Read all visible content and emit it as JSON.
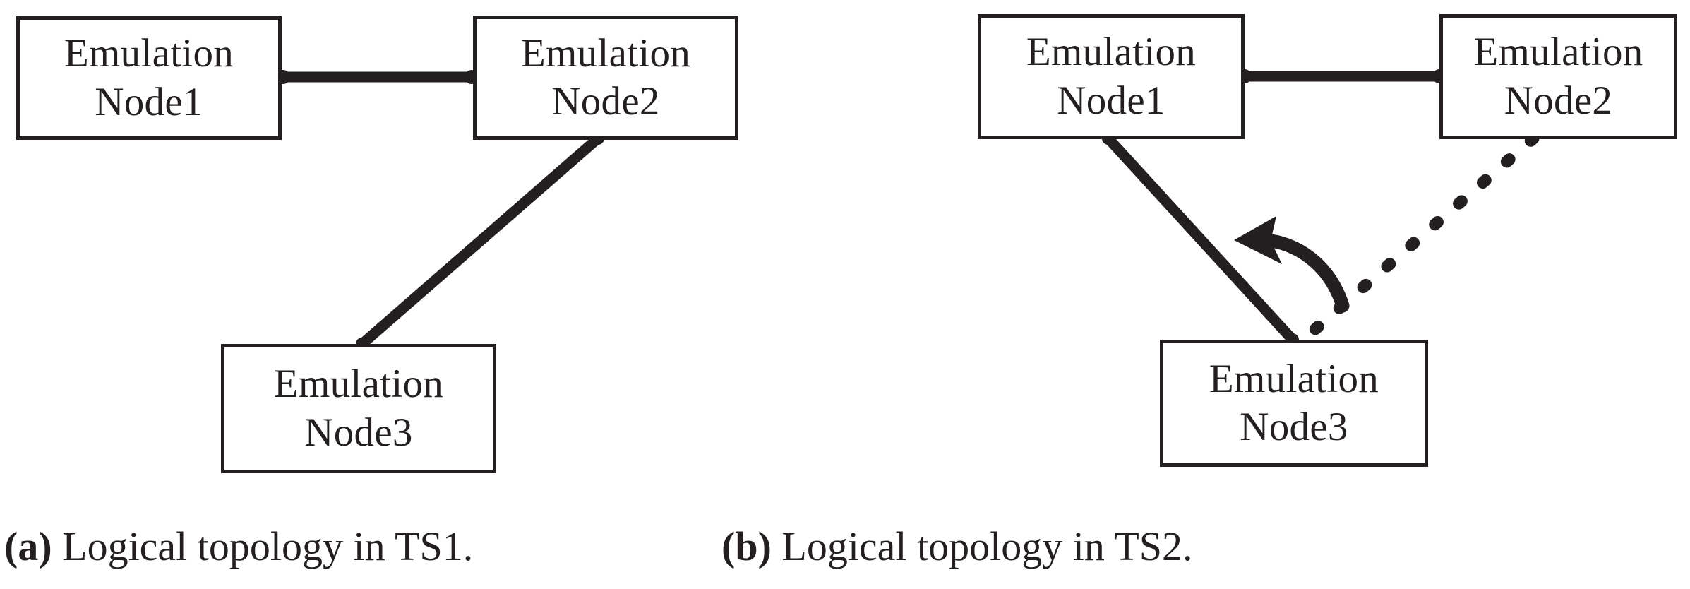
{
  "figure": {
    "title_a": "Logical topology in TS1.",
    "title_b": "Logical topology in TS2.",
    "label_a": "(a)",
    "label_b": "(b)",
    "stroke_color": "#231f20",
    "background_color": "#ffffff"
  },
  "panels": [
    {
      "id": "panel-a",
      "label": "(a)",
      "caption_prefix": "(a)",
      "caption_text": " Logical topology in TS1.",
      "nodes": [
        {
          "id": "node1",
          "line1": "Emulation",
          "line2": "Node1"
        },
        {
          "id": "node2",
          "line1": "Emulation",
          "line2": "Node2"
        },
        {
          "id": "node3",
          "line1": "Emulation",
          "line2": "Node3"
        }
      ],
      "links": [
        {
          "from": "node1",
          "to": "node2",
          "style": "solid",
          "endpoints": "dots"
        },
        {
          "from": "node2",
          "to": "node3",
          "style": "solid",
          "endpoints": "dots"
        }
      ]
    },
    {
      "id": "panel-b",
      "label": "(b)",
      "caption_prefix": "(b)",
      "caption_text": " Logical topology in TS2.",
      "nodes": [
        {
          "id": "node1",
          "line1": "Emulation",
          "line2": "Node1"
        },
        {
          "id": "node2",
          "line1": "Emulation",
          "line2": "Node2"
        },
        {
          "id": "node3",
          "line1": "Emulation",
          "line2": "Node3"
        }
      ],
      "links": [
        {
          "from": "node1",
          "to": "node2",
          "style": "solid",
          "endpoints": "dots"
        },
        {
          "from": "node1",
          "to": "node3",
          "style": "solid",
          "endpoints": "dots"
        },
        {
          "from": "node2",
          "to": "node3",
          "style": "dashed",
          "endpoints": "dots"
        }
      ],
      "annotations": [
        {
          "id": "change-arrow",
          "type": "curved-arrow",
          "meaning": "link switches from dashed to solid",
          "direction": "right-to-left"
        }
      ]
    }
  ]
}
